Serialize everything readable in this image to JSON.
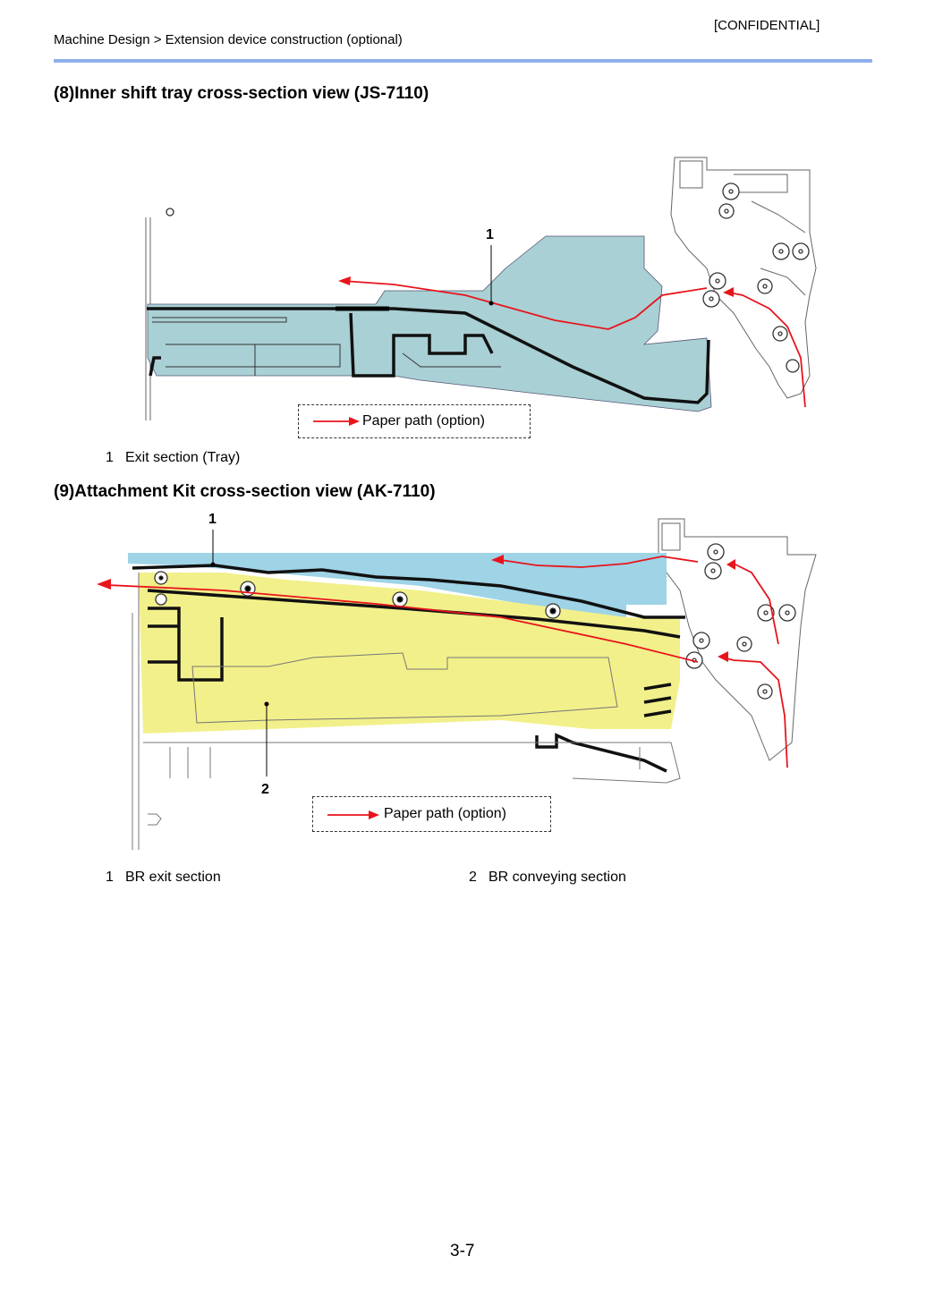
{
  "header": {
    "confidential": "[CONFIDENTIAL]",
    "breadcrumb": "Machine Design > Extension device construction (optional)",
    "accent_color": "#8fb0ea"
  },
  "sections": [
    {
      "title": "(8)Inner shift tray cross-section view (JS-7110)",
      "legend": "Paper path (option)",
      "callouts": [
        "1"
      ],
      "captions": [
        {
          "num": "1",
          "text": "Exit section (Tray)"
        }
      ],
      "highlight_color": "#a9d0d4"
    },
    {
      "title": "(9)Attachment Kit  cross-section view (AK-7110)",
      "legend": "Paper path (option)",
      "callouts": [
        "1",
        "2"
      ],
      "captions": [
        {
          "num": "1",
          "text": "BR exit section"
        },
        {
          "num": "2",
          "text": "BR conveying section"
        }
      ],
      "highlight_colors": [
        "#9fd3e6",
        "#f2f08a"
      ]
    }
  ],
  "paper_path_color": "#e8141c",
  "page_number": "3-7"
}
